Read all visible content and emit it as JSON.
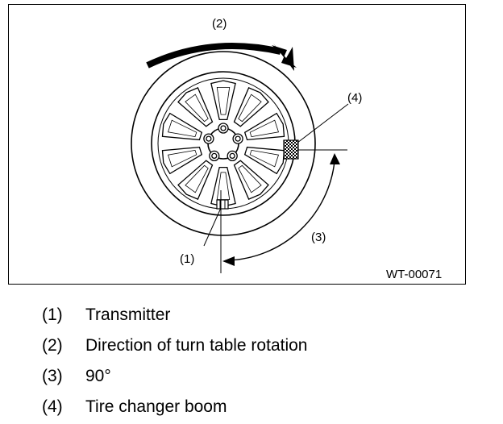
{
  "figure": {
    "code": "WT-00071",
    "callouts": [
      "(1)",
      "(2)",
      "(3)",
      "(4)"
    ]
  },
  "legend": [
    {
      "num": "(1)",
      "text": "Transmitter"
    },
    {
      "num": "(2)",
      "text": "Direction of turn table rotation"
    },
    {
      "num": "(3)",
      "text": "90°"
    },
    {
      "num": "(4)",
      "text": "Tire changer boom"
    }
  ]
}
